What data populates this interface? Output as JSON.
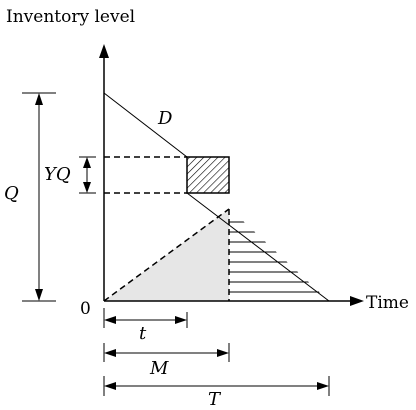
{
  "labels": {
    "y_axis": "Inventory level",
    "x_axis": "Time",
    "origin": "0",
    "demand": "D",
    "order_quantity": "Q",
    "yield_quantity": "YQ",
    "time_t": "t",
    "credit_period": "M",
    "cycle_time": "T"
  },
  "colors": {
    "line": "#000000",
    "shaded_region": "#e6e6e6",
    "hatch": "#000000",
    "background": "#ffffff"
  }
}
